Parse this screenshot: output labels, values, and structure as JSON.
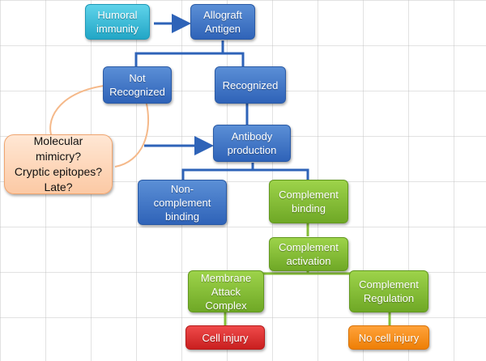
{
  "nodes": {
    "humoral_immunity": "Humoral\nimmunity",
    "allograft_antigen": "Allograft\nAntigen",
    "not_recognized": "Not\nRecognized",
    "recognized": "Recognized",
    "antibody_production": "Antibody\nproduction",
    "hypotheses": "Molecular\nmimicry?\nCryptic epitopes?\nLate?",
    "non_complement_binding": "Non-\ncomplement\nbinding",
    "complement_binding": "Complement\nbinding",
    "complement_activation": "Complement\nactivation",
    "membrane_attack_complex": "Membrane\nAttack\nComplex",
    "complement_regulation": "Complement\nRegulation",
    "cell_injury": "Cell injury",
    "no_cell_injury": "No cell injury"
  },
  "colors": {
    "blue_node": "#3a70c4",
    "teal_node": "#33b9d8",
    "green_node": "#86be38",
    "red_node": "#d62a2a",
    "orange_node": "#f28c14",
    "peach_node": "#fdd6b8",
    "blue_connector": "#2e63b8",
    "green_connector": "#86be38",
    "peach_connector": "#f5b98a"
  }
}
